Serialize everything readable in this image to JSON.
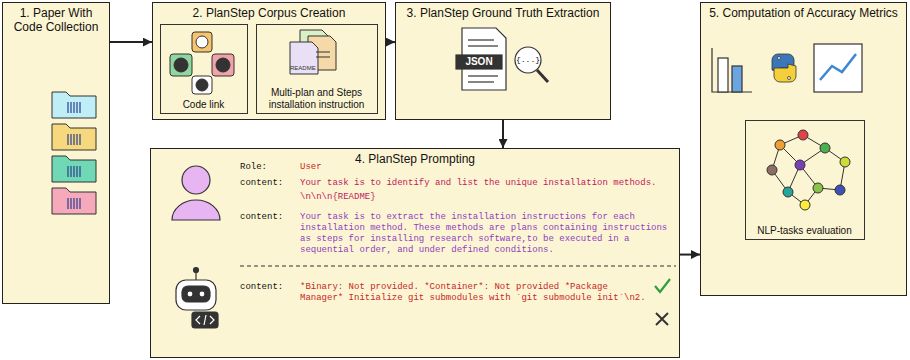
{
  "diagram": {
    "nodes": [
      {
        "text": [
          "1. Paper With Code Collection"
        ]
      },
      {
        "text": [
          "2. PlanStep Corpus Creation"
        ]
      },
      {
        "text": [
          "Code link"
        ],
        "in": 1
      },
      {
        "text": [
          "Multi-plan and Steps installation instruction"
        ],
        "in": 1
      },
      {
        "text": [
          "3. PlanStep Ground Truth Extraction"
        ]
      },
      {
        "text": [
          "4. PlanStep Prompting"
        ]
      },
      {
        "text": [
          "5. Computation of Accuracy Metrics"
        ]
      },
      {
        "text": [
          "NLP-tasks evaluation"
        ],
        "in": 6
      }
    ],
    "edges": [
      {
        "from": 0,
        "to": 1,
        "arrow": "to"
      },
      {
        "from": 1,
        "to": 4,
        "arrow": "to"
      },
      {
        "from": 4,
        "to": 5,
        "arrow": "to"
      },
      {
        "from": 5,
        "to": 6,
        "arrow": "to"
      }
    ],
    "labels": [
      "Role:",
      "User",
      "content:",
      "Your task is to identify and list the unique installation methods.",
      "\\n\\n\\n{README}",
      "content:",
      "Your task is to extract the installation instructions for each installation method. These methods are plans containing instructions as steps for installing research software,to be executed in a sequential order, and under defined conditions.",
      "content:",
      "*Binary: Not provided. *Container*: Not provided *Package Manager* Initialize git submodules with `git submodule init`\\n2.",
      "README",
      "JSON",
      "{...}"
    ]
  }
}
